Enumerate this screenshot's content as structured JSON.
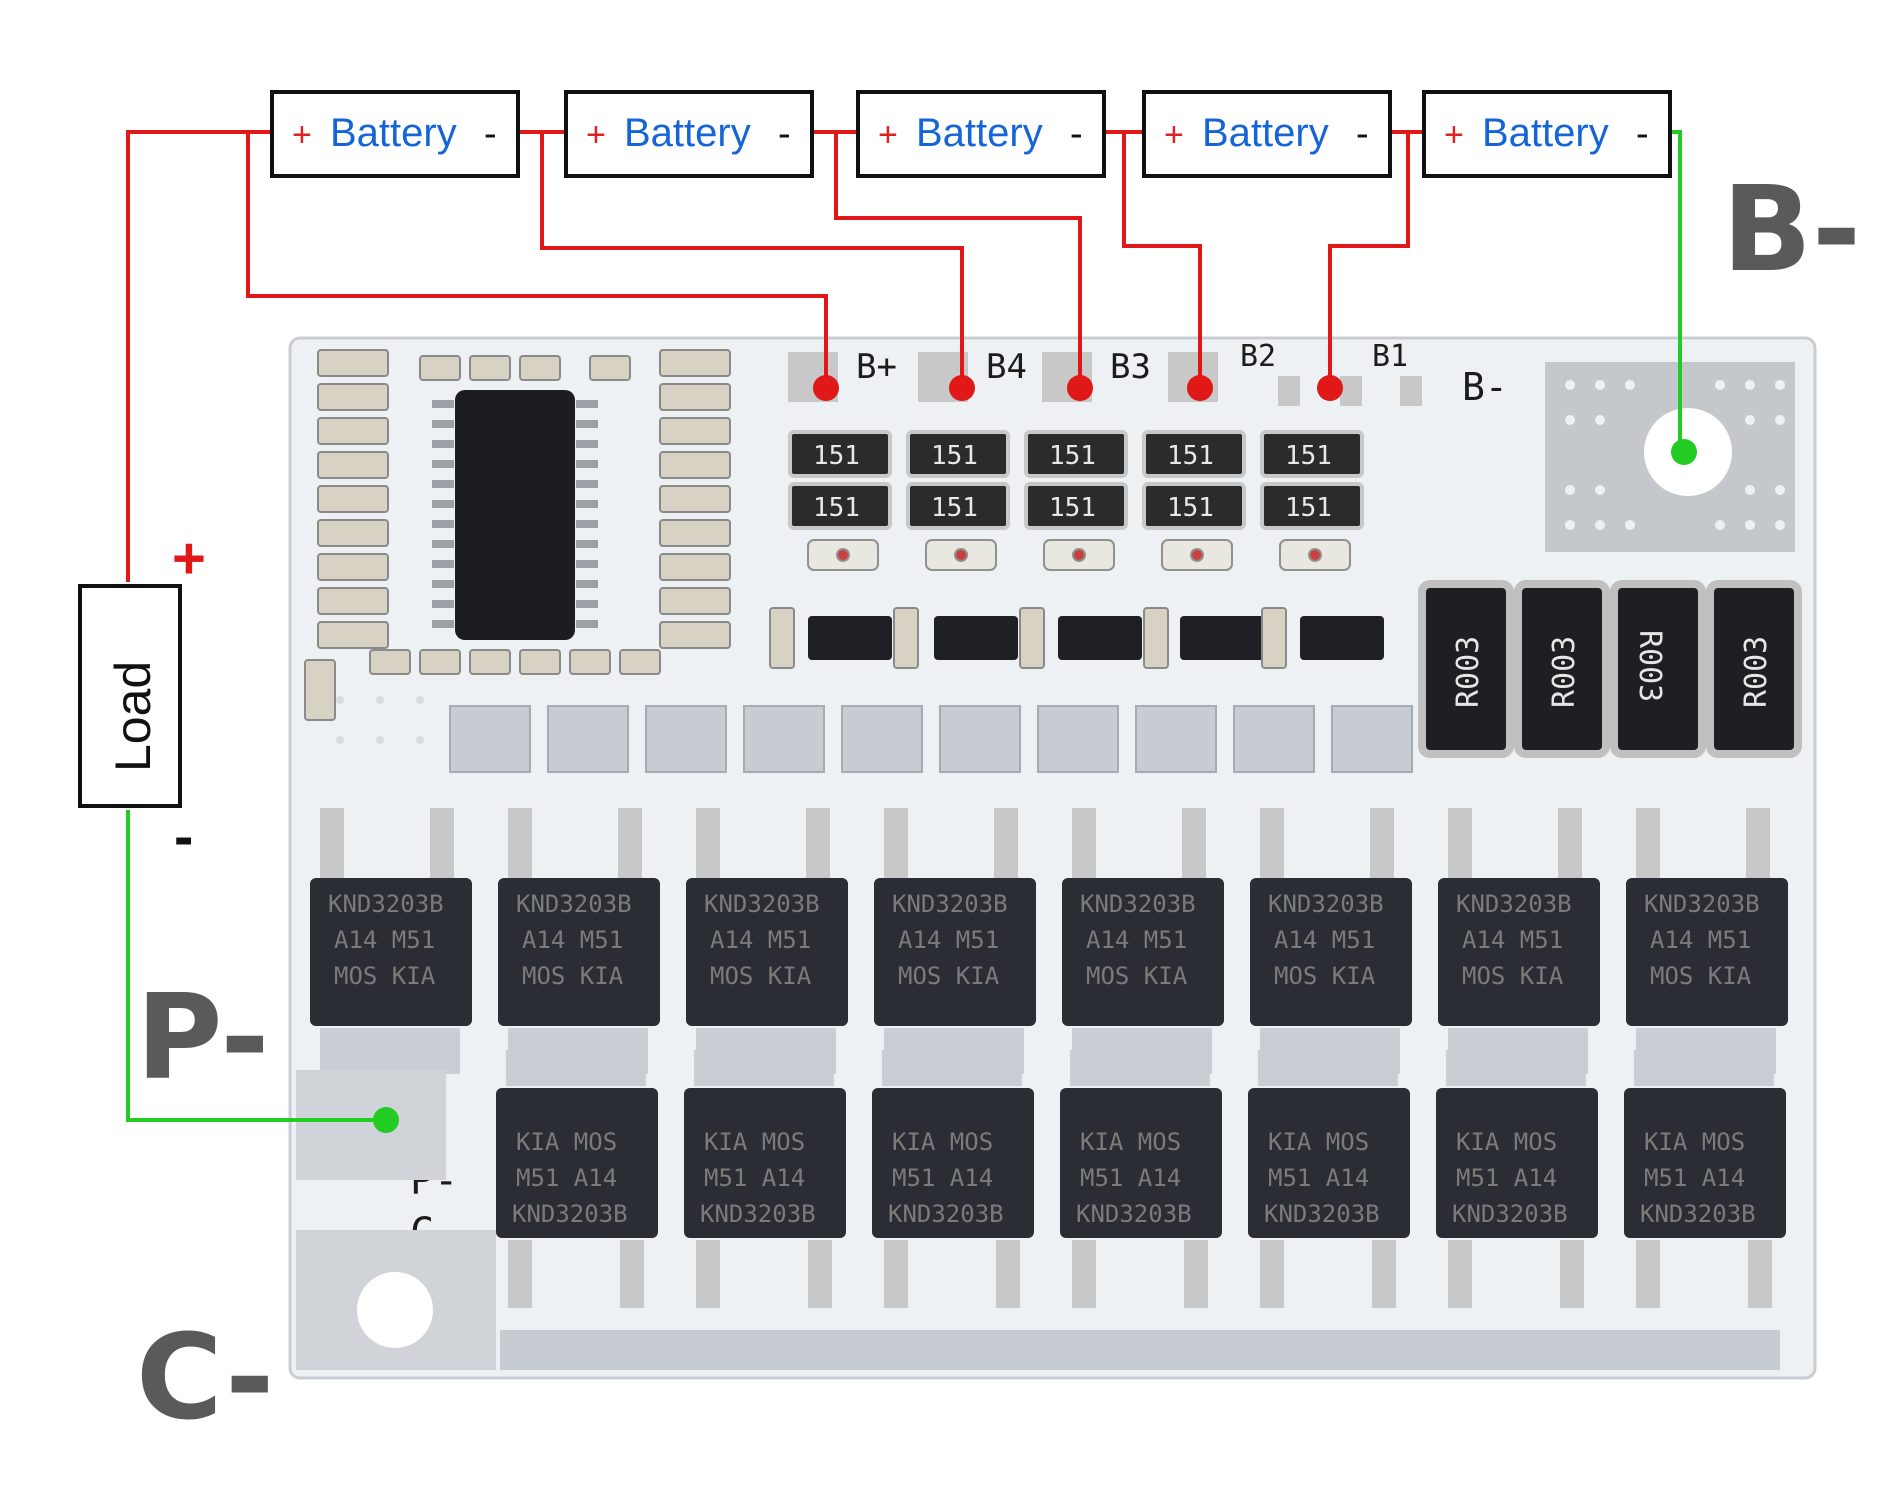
{
  "batteries": {
    "plus": "+",
    "label": "Battery",
    "minus": "-",
    "count": 5
  },
  "load": {
    "label": "Load",
    "plus": "+",
    "minus": "-"
  },
  "terminals": {
    "b_minus": "B-",
    "p_minus": "P-",
    "c_minus": "C-"
  },
  "pins": {
    "b_plus": "B+",
    "b4": "B4",
    "b3": "B3",
    "b2": "B2",
    "b1": "B1",
    "b_minus": "B-",
    "p_minus": "P-",
    "c_minus": "C-"
  },
  "components": {
    "resistor_code": "151",
    "shunt_code": "R003",
    "mosfet_lines": [
      "KIA",
      "MOS",
      "M51",
      "A14",
      "KND3203B"
    ]
  },
  "colors": {
    "wire_positive": "#e01818",
    "wire_negative": "#22cc22",
    "battery_text": "#1565d8",
    "board": "#eef1f4",
    "chip": "#2a2d33"
  }
}
